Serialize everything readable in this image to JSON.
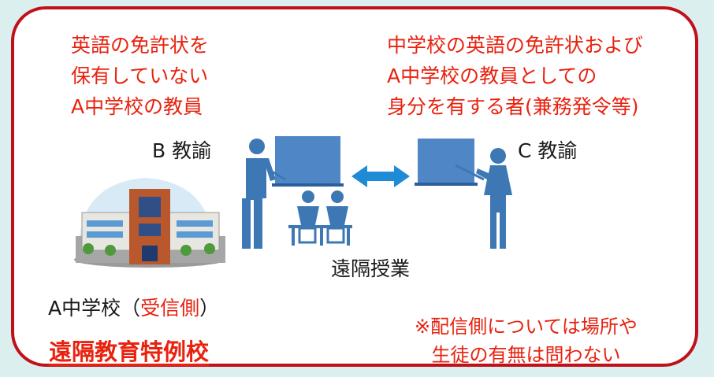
{
  "labels": {
    "left_lines": [
      "英語の免許状を",
      "保有していない",
      "A中学校の教員"
    ],
    "right_lines": [
      "中学校の英語の免許状および",
      "A中学校の教員としての",
      "身分を有する者(兼務発令等)"
    ],
    "teacher_b": "B 教諭",
    "teacher_c": "C 教諭",
    "remote_class": "遠隔授業",
    "school_name": "A中学校（",
    "school_role": "受信側",
    "school_close": "）",
    "note_lines": [
      "※配信側については場所や",
      "生徒の有無は問わない"
    ],
    "special_school": "遠隔教育特例校"
  },
  "colors": {
    "frame_border": "#c0111a",
    "red_text": "#e8220f",
    "figure_blue": "#3d78b4",
    "board_blue": "#4f86c6",
    "arrow_blue": "#1f8ad6",
    "background": "#dcefef"
  },
  "icons": [
    "school-building-icon",
    "teacher-b-icon",
    "teacher-c-icon",
    "students-icon",
    "double-arrow-icon"
  ]
}
